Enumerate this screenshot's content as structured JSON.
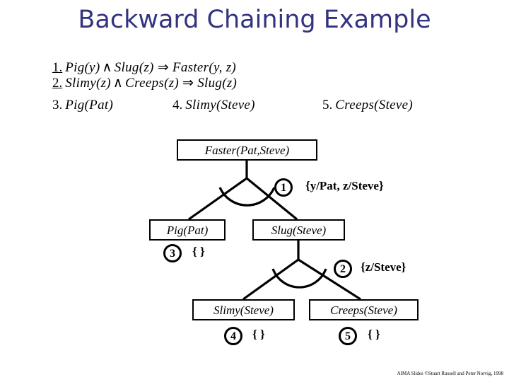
{
  "slide": {
    "title": "Backward Chaining Example",
    "footer": "AIMA Slides ©Stuart Russell and Peter Norvig, 1998"
  },
  "knowledge_base": {
    "rules": [
      {
        "number": "1.",
        "underlined": true,
        "antecedent_left": "Pig(y)",
        "operator": "∧",
        "antecedent_right": "Slug(z)",
        "implication": "⇒",
        "consequent": "Faster(y, z)"
      },
      {
        "number": "2.",
        "underlined": true,
        "antecedent_left": "Slimy(z)",
        "operator": "∧",
        "antecedent_right": "Creeps(z)",
        "implication": "⇒",
        "consequent": "Slug(z)"
      }
    ],
    "facts": [
      {
        "number": "3.",
        "text": "Pig(Pat)"
      },
      {
        "number": "4.",
        "text": "Slimy(Steve)"
      },
      {
        "number": "5.",
        "text": "Creeps(Steve)"
      }
    ]
  },
  "proof_tree": {
    "nodes": [
      {
        "id": "root",
        "label": "Faster(Pat,Steve)"
      },
      {
        "id": "pig",
        "label": "Pig(Pat)"
      },
      {
        "id": "slug",
        "label": "Slug(Steve)"
      },
      {
        "id": "slimy",
        "label": "Slimy(Steve)"
      },
      {
        "id": "creeps",
        "label": "Creeps(Steve)"
      }
    ],
    "markers": [
      {
        "id": "1",
        "number": "1",
        "substitution": "{y/Pat, z/Steve}"
      },
      {
        "id": "2",
        "number": "2",
        "substitution": "{z/Steve}"
      },
      {
        "id": "3",
        "number": "3",
        "substitution": "{ }"
      },
      {
        "id": "4",
        "number": "4",
        "substitution": "{ }"
      },
      {
        "id": "5",
        "number": "5",
        "substitution": "{ }"
      }
    ]
  },
  "colors": {
    "title": "#33337f",
    "ink": "#000000",
    "background": "#ffffff"
  }
}
